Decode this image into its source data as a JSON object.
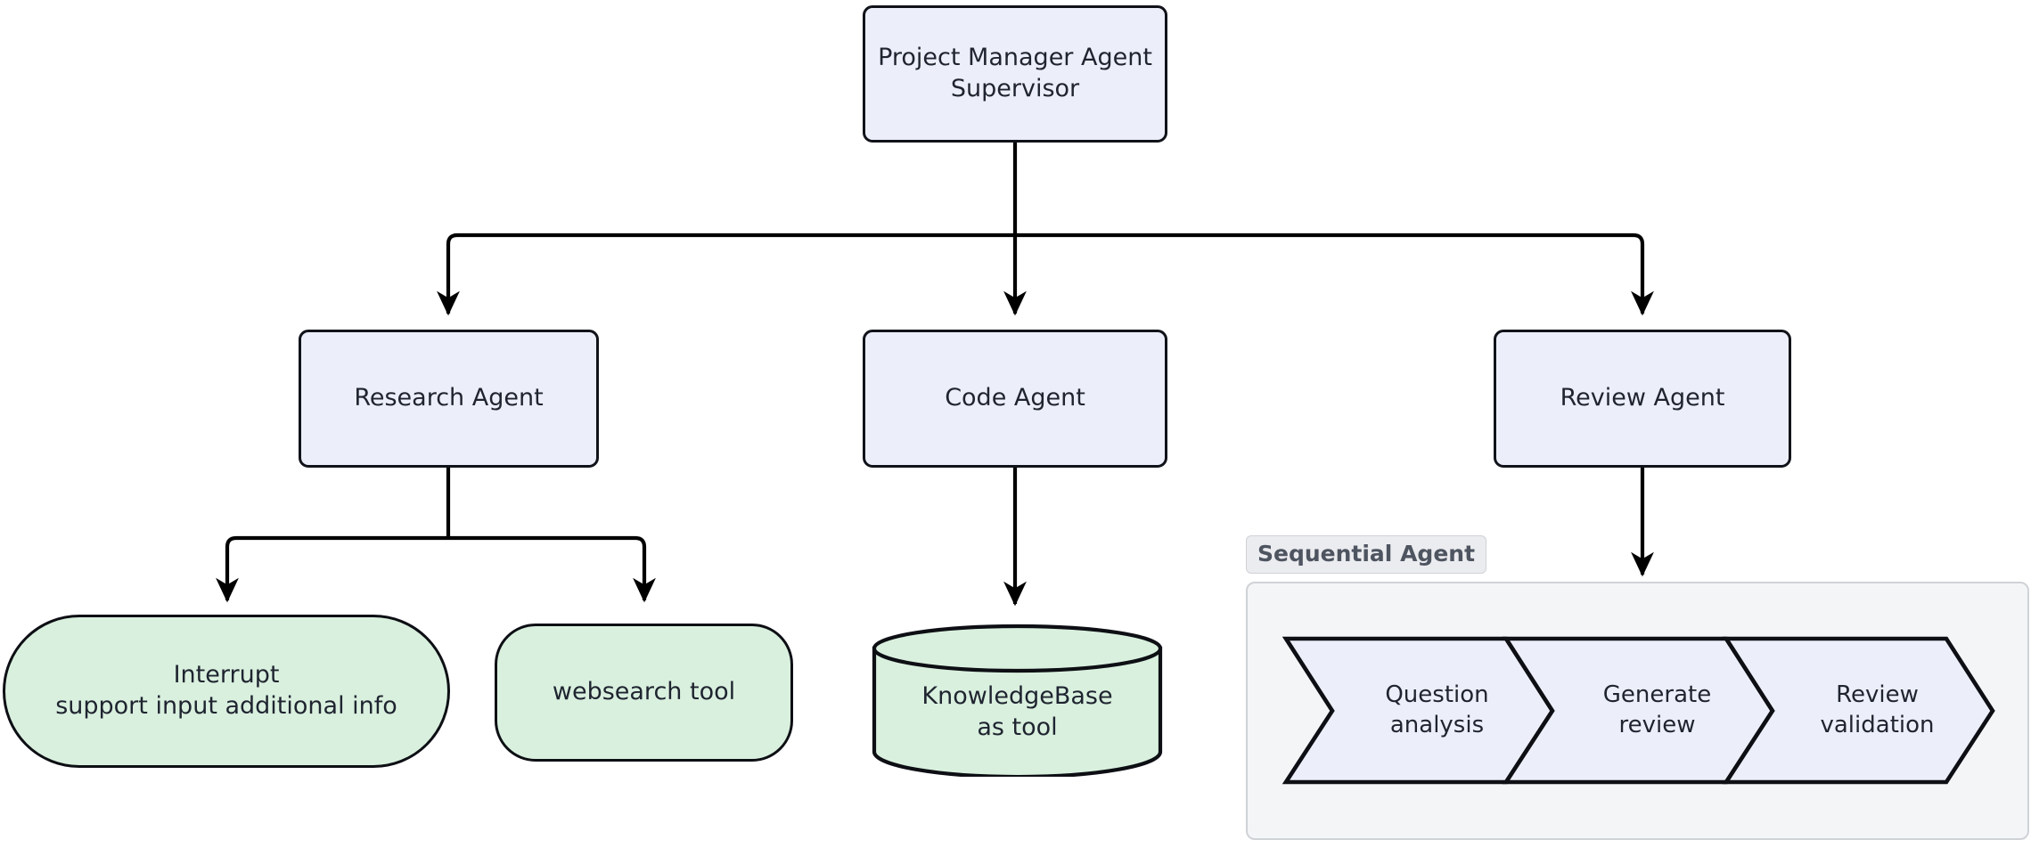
{
  "diagram": {
    "type": "flowchart",
    "title": "Project Manager Agent supervisor flowchart",
    "colors": {
      "process_fill": "#eceff9",
      "process_stroke": "#11131a",
      "tool_fill": "#d9f0de",
      "tool_stroke": "#0d0f14",
      "subgraph_fill": "#f4f5f7",
      "subgraph_stroke": "#cfd2d6",
      "subgraph_title_fill": "#ebecef",
      "subgraph_title_text": "#4e5561",
      "edge_stroke": "#000000",
      "text": "#1f2430"
    },
    "nodes": {
      "supervisor": {
        "label": "Project Manager Agent\nSupervisor",
        "shape": "rounded-rect"
      },
      "research_agent": {
        "label": "Research Agent",
        "shape": "rounded-rect"
      },
      "code_agent": {
        "label": "Code Agent",
        "shape": "rounded-rect"
      },
      "review_agent": {
        "label": "Review Agent",
        "shape": "rounded-rect"
      },
      "interrupt": {
        "label": "Interrupt\nsupport input additional info",
        "shape": "stadium"
      },
      "websearch": {
        "label": "websearch tool",
        "shape": "rounded"
      },
      "knowledgebase": {
        "label": "KnowledgeBase\nas tool",
        "shape": "cylinder"
      }
    },
    "subgraph": {
      "title": "Sequential Agent",
      "steps": [
        {
          "label": "Question\nanalysis",
          "shape": "chevron"
        },
        {
          "label": "Generate\nreview",
          "shape": "chevron"
        },
        {
          "label": "Review\nvalidation",
          "shape": "chevron"
        }
      ]
    },
    "edges": [
      {
        "from": "supervisor",
        "to": "research_agent"
      },
      {
        "from": "supervisor",
        "to": "code_agent"
      },
      {
        "from": "supervisor",
        "to": "review_agent"
      },
      {
        "from": "research_agent",
        "to": "interrupt"
      },
      {
        "from": "research_agent",
        "to": "websearch"
      },
      {
        "from": "code_agent",
        "to": "knowledgebase"
      },
      {
        "from": "review_agent",
        "to": "sequential_agent_subgraph"
      }
    ]
  }
}
